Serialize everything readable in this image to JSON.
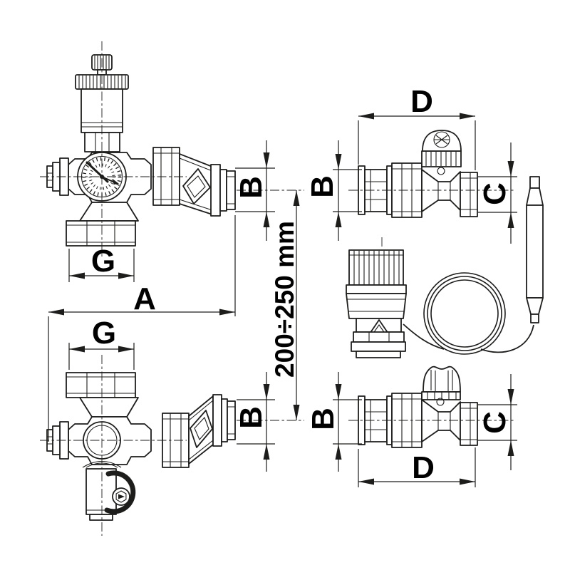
{
  "drawing": {
    "background": "#ffffff",
    "line_color": "#1d1d1b",
    "text_color": "#000000",
    "dimension_labels": {
      "A": "A",
      "B": "B",
      "C": "C",
      "D": "D",
      "G": "G",
      "center_distance": "200÷250 mm"
    }
  }
}
